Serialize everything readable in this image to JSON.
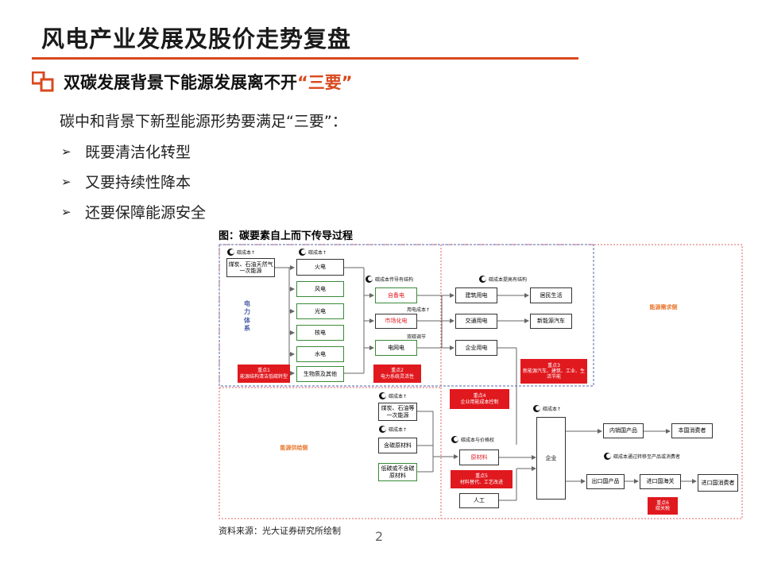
{
  "page": {
    "title": "风电产业发展及股价走势复盘",
    "section_title_prefix": "双碳发展背景下能源发展离不开",
    "section_title_highlight": "“三要”",
    "intro": "碳中和背景下新型能源形势要满足“三要”：",
    "bullets": [
      "既要清洁化转型",
      "又要持续性降本",
      "还要保障能源安全"
    ],
    "bullet_marker": "➢",
    "figure_caption": "图：碳要素自上而下传导过程",
    "source": "资料来源：光大证券研究所绘制",
    "page_number": "2"
  },
  "colors": {
    "accent": "#d9491f",
    "red": "#e0191f",
    "green": "#3a8a3a",
    "orange_label": "#e8772e",
    "blue_label": "#4a5fa8"
  },
  "diagram": {
    "labels": {
      "cost_up_1": "碳成本↑",
      "cost_up_2": "碳成本↑",
      "cost_transfer": "碳成本传导有结构",
      "cost_price": "碳成本提高有结构",
      "cost_up_3": "碳成本↑",
      "cost_up_4": "碳成本↑",
      "cost_with_price": "碳成本与价格权",
      "cost_export": "碳成本通过转移至产品或消费者",
      "elec_cost": "用电成本↑",
      "mkt_adjust": "双碳调节"
    },
    "boxes": {
      "fossil_primary": "煤炭、石油天然气一次能源",
      "thermal": "火电",
      "wind": "风电",
      "solar": "光电",
      "nuclear": "核电",
      "hydro": "水电",
      "biomass": "生物质及其他",
      "self_use": "自备电",
      "market_elec": "市场化电",
      "grid_elec": "电网电",
      "building": "建筑用电",
      "transport": "交通用电",
      "enterprise": "企业用电",
      "residential": "居民生活",
      "new_energy_vehicle": "新能源汽车",
      "fossil_primary_2": "煤炭、石油等一次能源",
      "carbon_material": "含碳原材料",
      "low_carbon_material": "低碳或不含碳原材料",
      "raw_material": "原材料",
      "labor": "人工",
      "company": "企业",
      "domestic_product": "内销国产品",
      "domestic_consumer": "本国消费者",
      "export_product": "出口国产品",
      "import_customs": "进口国海关",
      "import_consumer": "进口国消费者"
    },
    "red_boxes": {
      "focus1_title": "重点1",
      "focus1_desc": "能源结构清洁低碳转型",
      "focus2_title": "重点2",
      "focus2_desc": "电力系统灵活性",
      "focus3_title": "重点3",
      "focus3_desc": "新能源汽车、建筑、工业、生活节能",
      "focus4_title": "重点4",
      "focus4_desc": "企业用能成本控制",
      "focus5_title": "重点5",
      "focus5_desc": "材料替代、工艺改进",
      "focus6_title": "重点6",
      "focus6_desc": "碳关税"
    },
    "region_labels": {
      "power_system": "电力体系",
      "demand_side": "能源需求侧",
      "supply_side": "能源供给侧"
    }
  }
}
